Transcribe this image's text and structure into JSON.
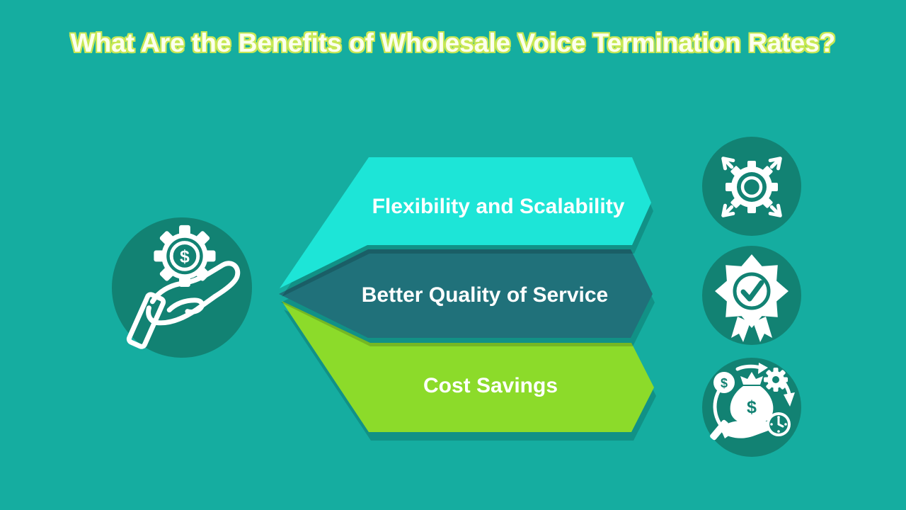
{
  "title": {
    "text": "What Are the Benefits of Wholesale Voice Termination Rates?"
  },
  "banners": [
    {
      "label": "Flexibility and Scalability",
      "color": "#1DE5D7"
    },
    {
      "label": "Better Quality of Service",
      "color": "#20717A"
    },
    {
      "label": "Cost Savings",
      "color": "#8CDB2A"
    }
  ],
  "icons": {
    "left": {
      "name": "hand-holding-gear-dollar",
      "dollar": "$"
    },
    "right": [
      {
        "name": "gear-expand-arrows"
      },
      {
        "name": "award-badge-check"
      },
      {
        "name": "cost-savings-money",
        "coin_dollar": "$",
        "bag_dollar": "$"
      }
    ]
  },
  "colors": {
    "background": "#15ADA0",
    "icon_circle": "#128273",
    "title_fill": "#FCFFEE",
    "title_outline": "#C8E855",
    "banner_text": "#FFFFFF",
    "shadow": "rgba(0,0,0,0.16)"
  }
}
